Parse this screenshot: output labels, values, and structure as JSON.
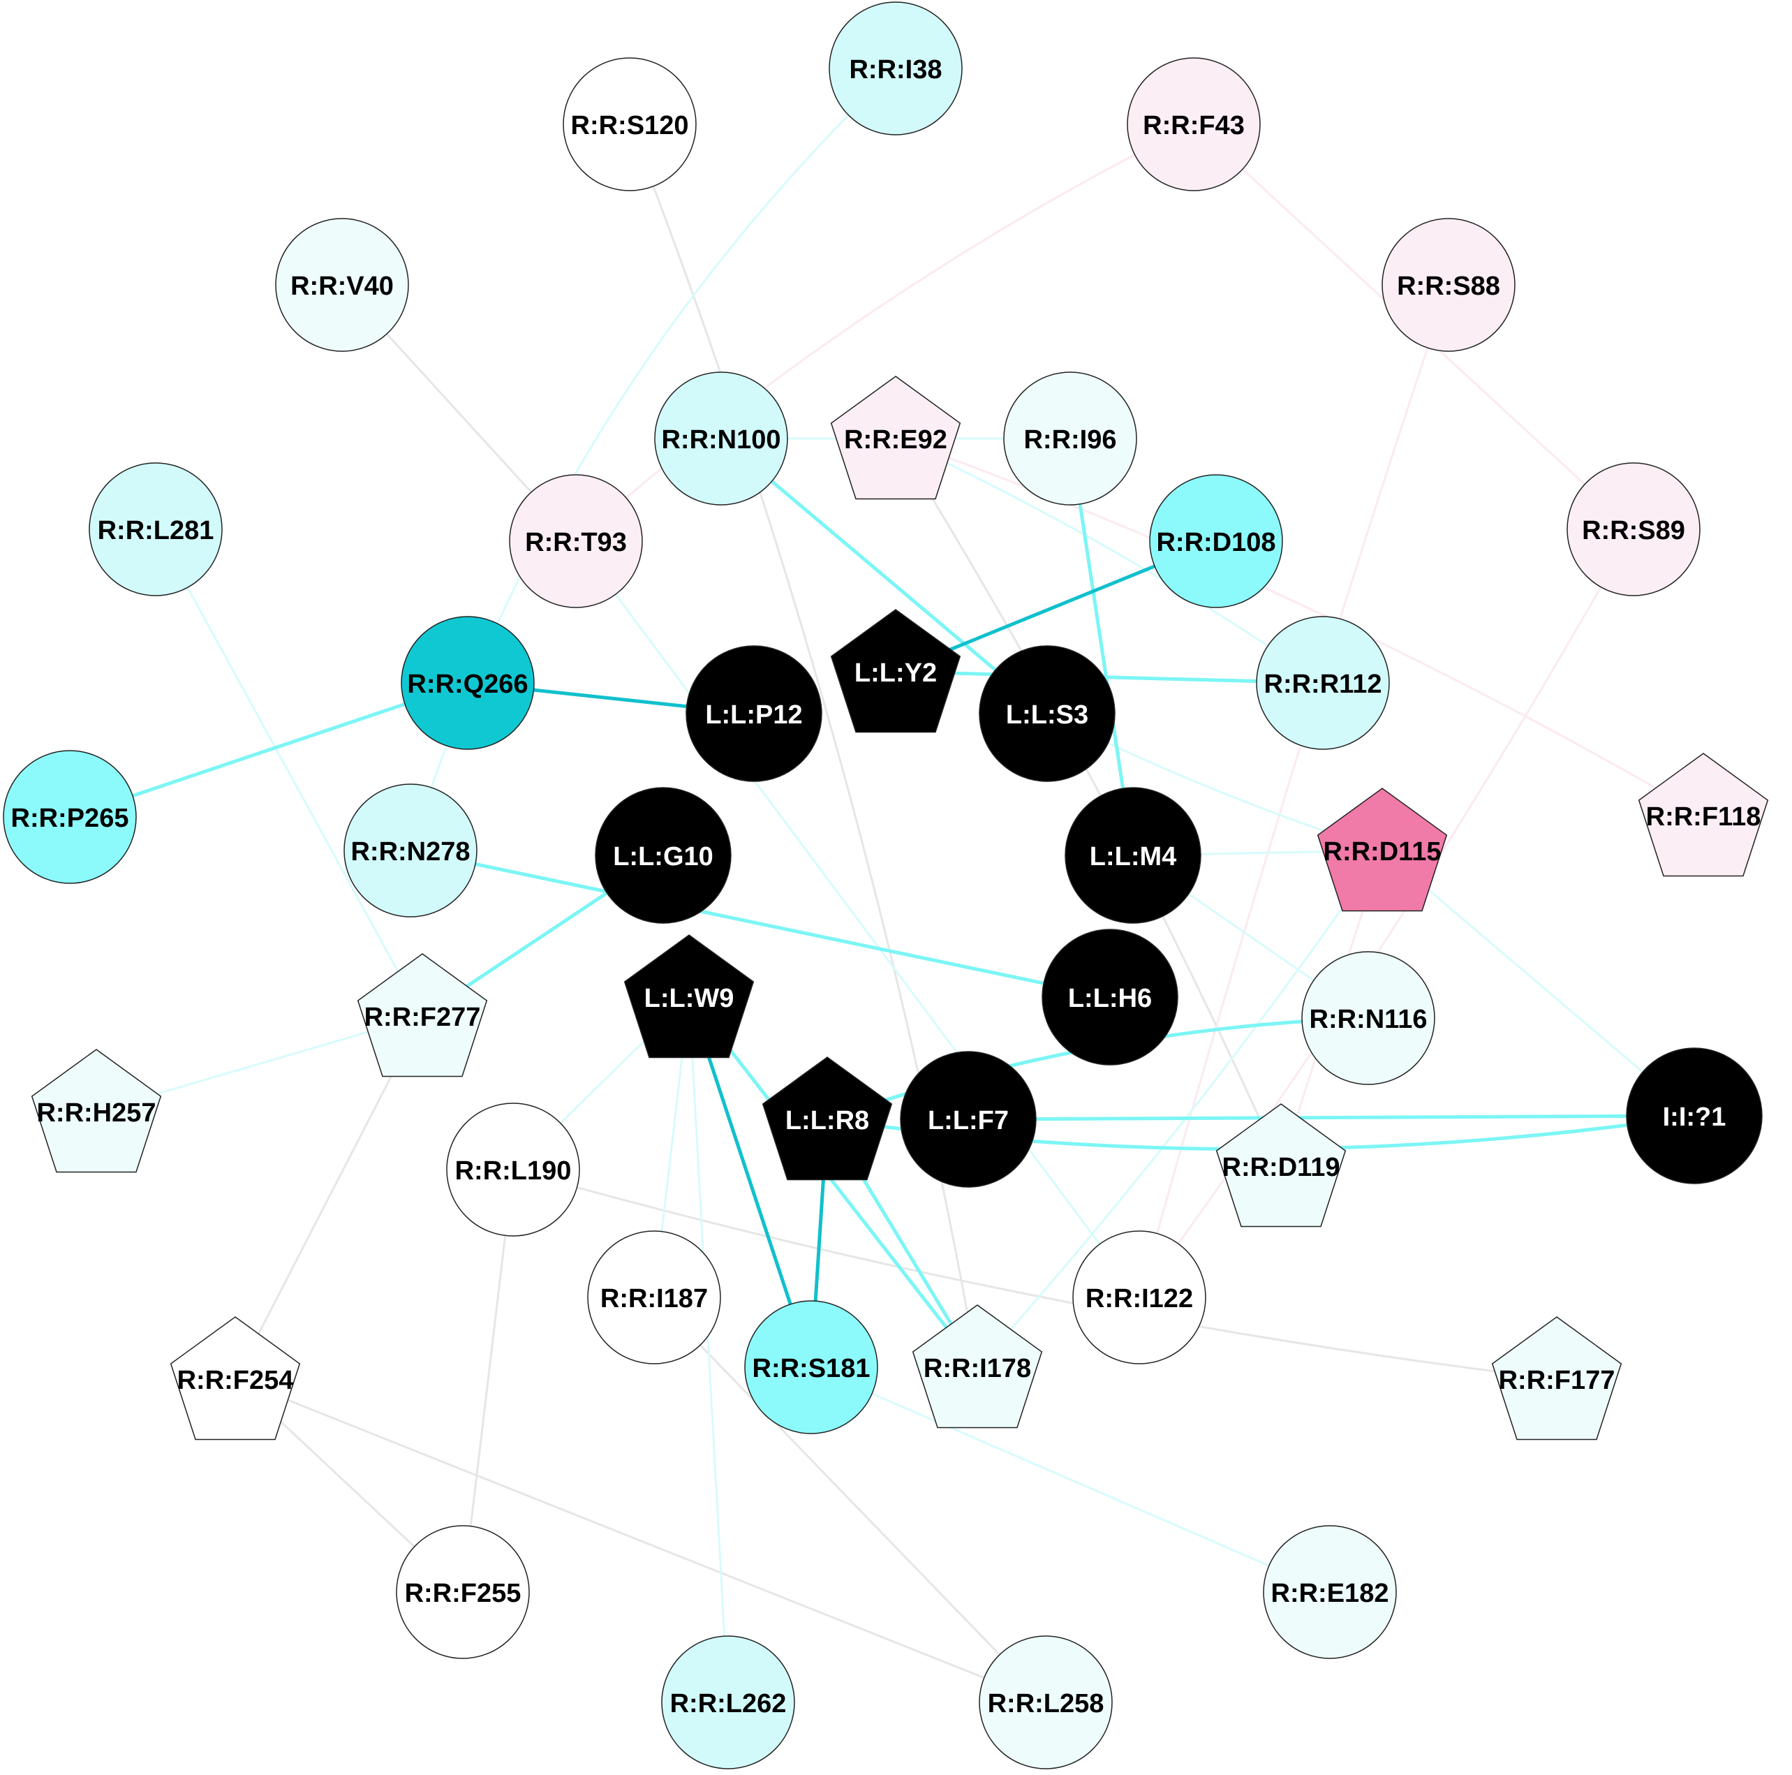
{
  "colors": {
    "black": "#000000",
    "white": "#ffffff",
    "light_cyan": "#eefcfc",
    "cyan": "#d2fafa",
    "mid_cyan": "#8cfafa",
    "teal": "#10c8d2",
    "light_pink": "#fbeef4",
    "pink": "#f07aa8",
    "edge_gray": "#e6e6e6",
    "edge_pink": "#fbeaf1",
    "edge_light_cyan": "#d8fbfb",
    "edge_cyan": "#7cf5f5",
    "edge_teal": "#10c0cc"
  },
  "nodes": [
    {
      "id": "L:L:Y2",
      "shape": "pentagon",
      "fill": "black",
      "text": "white"
    },
    {
      "id": "L:L:S3",
      "shape": "circle",
      "fill": "black",
      "text": "white"
    },
    {
      "id": "L:L:M4",
      "shape": "circle",
      "fill": "black",
      "text": "white"
    },
    {
      "id": "L:L:H6",
      "shape": "circle",
      "fill": "black",
      "text": "white"
    },
    {
      "id": "L:L:F7",
      "shape": "circle",
      "fill": "black",
      "text": "white"
    },
    {
      "id": "L:L:R8",
      "shape": "pentagon",
      "fill": "black",
      "text": "white"
    },
    {
      "id": "L:L:W9",
      "shape": "pentagon",
      "fill": "black",
      "text": "white"
    },
    {
      "id": "L:L:G10",
      "shape": "circle",
      "fill": "black",
      "text": "white"
    },
    {
      "id": "L:L:P12",
      "shape": "circle",
      "fill": "black",
      "text": "white"
    },
    {
      "id": "I:I:?1",
      "shape": "circle",
      "fill": "black",
      "text": "white"
    },
    {
      "id": "R:R:I38",
      "shape": "circle",
      "fill": "cyan",
      "text": "black"
    },
    {
      "id": "R:R:S120",
      "shape": "circle",
      "fill": "white",
      "text": "black"
    },
    {
      "id": "R:R:F43",
      "shape": "circle",
      "fill": "light_pink",
      "text": "black"
    },
    {
      "id": "R:R:V40",
      "shape": "circle",
      "fill": "light_cyan",
      "text": "black"
    },
    {
      "id": "R:R:S88",
      "shape": "circle",
      "fill": "light_pink",
      "text": "black"
    },
    {
      "id": "R:R:N100",
      "shape": "circle",
      "fill": "cyan",
      "text": "black"
    },
    {
      "id": "R:R:E92",
      "shape": "pentagon",
      "fill": "light_pink",
      "text": "black"
    },
    {
      "id": "R:R:I96",
      "shape": "circle",
      "fill": "light_cyan",
      "text": "black"
    },
    {
      "id": "R:R:L281",
      "shape": "circle",
      "fill": "cyan",
      "text": "black"
    },
    {
      "id": "R:R:T93",
      "shape": "circle",
      "fill": "light_pink",
      "text": "black"
    },
    {
      "id": "R:R:D108",
      "shape": "circle",
      "fill": "mid_cyan",
      "text": "black"
    },
    {
      "id": "R:R:S89",
      "shape": "circle",
      "fill": "light_pink",
      "text": "black"
    },
    {
      "id": "R:R:Q266",
      "shape": "circle",
      "fill": "teal",
      "text": "black"
    },
    {
      "id": "R:R:R112",
      "shape": "circle",
      "fill": "cyan",
      "text": "black"
    },
    {
      "id": "R:R:P265",
      "shape": "circle",
      "fill": "mid_cyan",
      "text": "black"
    },
    {
      "id": "R:R:N278",
      "shape": "circle",
      "fill": "cyan",
      "text": "black"
    },
    {
      "id": "R:R:D115",
      "shape": "pentagon",
      "fill": "pink",
      "text": "black"
    },
    {
      "id": "R:R:F118",
      "shape": "pentagon",
      "fill": "light_pink",
      "text": "black"
    },
    {
      "id": "R:R:F277",
      "shape": "pentagon",
      "fill": "light_cyan",
      "text": "black"
    },
    {
      "id": "R:R:N116",
      "shape": "circle",
      "fill": "light_cyan",
      "text": "black"
    },
    {
      "id": "R:R:H257",
      "shape": "pentagon",
      "fill": "light_cyan",
      "text": "black"
    },
    {
      "id": "R:R:L190",
      "shape": "circle",
      "fill": "white",
      "text": "black"
    },
    {
      "id": "R:R:D119",
      "shape": "pentagon",
      "fill": "light_cyan",
      "text": "black"
    },
    {
      "id": "R:R:I187",
      "shape": "circle",
      "fill": "white",
      "text": "black"
    },
    {
      "id": "R:R:I122",
      "shape": "circle",
      "fill": "white",
      "text": "black"
    },
    {
      "id": "R:R:S181",
      "shape": "circle",
      "fill": "mid_cyan",
      "text": "black"
    },
    {
      "id": "R:R:I178",
      "shape": "pentagon",
      "fill": "light_cyan",
      "text": "black"
    },
    {
      "id": "R:R:F254",
      "shape": "pentagon",
      "fill": "white",
      "text": "black"
    },
    {
      "id": "R:R:F177",
      "shape": "pentagon",
      "fill": "light_cyan",
      "text": "black"
    },
    {
      "id": "R:R:F255",
      "shape": "circle",
      "fill": "white",
      "text": "black"
    },
    {
      "id": "R:R:E182",
      "shape": "circle",
      "fill": "light_cyan",
      "text": "black"
    },
    {
      "id": "R:R:L262",
      "shape": "circle",
      "fill": "cyan",
      "text": "black"
    },
    {
      "id": "R:R:L258",
      "shape": "circle",
      "fill": "light_cyan",
      "text": "black"
    }
  ],
  "edges": [
    {
      "from": "R:R:S120",
      "to": "R:R:I178",
      "color": "edge_gray",
      "weight": 3
    },
    {
      "from": "R:R:V40",
      "to": "R:R:T93",
      "color": "edge_gray",
      "weight": 3
    },
    {
      "from": "R:R:E92",
      "to": "R:R:I96",
      "color": "edge_gray",
      "weight": 3
    },
    {
      "from": "R:R:E92",
      "to": "R:R:D119",
      "color": "edge_gray",
      "weight": 3
    },
    {
      "from": "R:R:L190",
      "to": "R:R:F177",
      "color": "edge_gray",
      "weight": 3
    },
    {
      "from": "R:R:L190",
      "to": "R:R:F255",
      "color": "edge_gray",
      "weight": 3
    },
    {
      "from": "R:R:F277",
      "to": "R:R:F254",
      "color": "edge_gray",
      "weight": 3
    },
    {
      "from": "R:R:F254",
      "to": "R:R:F255",
      "color": "edge_gray",
      "weight": 3
    },
    {
      "from": "R:R:F254",
      "to": "R:R:L258",
      "color": "edge_gray",
      "weight": 3
    },
    {
      "from": "R:R:I187",
      "to": "R:R:L258",
      "color": "edge_gray",
      "weight": 3
    },
    {
      "from": "R:R:F43",
      "to": "R:R:T93",
      "color": "edge_pink",
      "weight": 3
    },
    {
      "from": "R:R:F43",
      "to": "R:R:S89",
      "color": "edge_pink",
      "weight": 3
    },
    {
      "from": "R:R:S88",
      "to": "R:R:I122",
      "color": "edge_pink",
      "weight": 3
    },
    {
      "from": "R:R:S89",
      "to": "R:R:I122",
      "color": "edge_pink",
      "weight": 3
    },
    {
      "from": "R:R:E92",
      "to": "R:R:F118",
      "color": "edge_pink",
      "weight": 3
    },
    {
      "from": "R:R:D115",
      "to": "R:R:D119",
      "color": "edge_pink",
      "weight": 3
    },
    {
      "from": "R:R:I38",
      "to": "R:R:N278",
      "color": "edge_light_cyan",
      "weight": 3
    },
    {
      "from": "R:R:N100",
      "to": "R:R:I96",
      "color": "edge_light_cyan",
      "weight": 3
    },
    {
      "from": "R:R:T93",
      "to": "R:R:I122",
      "color": "edge_light_cyan",
      "weight": 3
    },
    {
      "from": "R:R:L281",
      "to": "R:R:F277",
      "color": "edge_light_cyan",
      "weight": 3
    },
    {
      "from": "R:R:H257",
      "to": "R:R:F277",
      "color": "edge_light_cyan",
      "weight": 3
    },
    {
      "from": "L:L:W9",
      "to": "R:R:L190",
      "color": "edge_light_cyan",
      "weight": 3
    },
    {
      "from": "L:L:W9",
      "to": "R:R:I187",
      "color": "edge_light_cyan",
      "weight": 3
    },
    {
      "from": "L:L:W9",
      "to": "R:R:L262",
      "color": "edge_light_cyan",
      "weight": 3
    },
    {
      "from": "R:R:S181",
      "to": "R:R:E182",
      "color": "edge_light_cyan",
      "weight": 3
    },
    {
      "from": "R:R:I178",
      "to": "R:R:D115",
      "color": "edge_light_cyan",
      "weight": 3
    },
    {
      "from": "R:R:E92",
      "to": "R:R:R112",
      "color": "edge_light_cyan",
      "weight": 3
    },
    {
      "from": "L:L:S3",
      "to": "R:R:D115",
      "color": "edge_light_cyan",
      "weight": 3
    },
    {
      "from": "L:L:M4",
      "to": "R:R:D115",
      "color": "edge_light_cyan",
      "weight": 3
    },
    {
      "from": "L:L:M4",
      "to": "R:R:N116",
      "color": "edge_light_cyan",
      "weight": 3
    },
    {
      "from": "R:R:D115",
      "to": "I:I:?1",
      "color": "edge_light_cyan",
      "weight": 3
    },
    {
      "from": "R:R:N100",
      "to": "L:L:S3",
      "color": "edge_cyan",
      "weight": 5
    },
    {
      "from": "R:R:I96",
      "to": "L:L:M4",
      "color": "edge_cyan",
      "weight": 5
    },
    {
      "from": "L:L:Y2",
      "to": "R:R:R112",
      "color": "edge_cyan",
      "weight": 5
    },
    {
      "from": "R:R:P265",
      "to": "R:R:Q266",
      "color": "edge_cyan",
      "weight": 5
    },
    {
      "from": "R:R:N278",
      "to": "L:L:H6",
      "color": "edge_cyan",
      "weight": 5
    },
    {
      "from": "L:L:G10",
      "to": "R:R:F277",
      "color": "edge_cyan",
      "weight": 5
    },
    {
      "from": "L:L:F7",
      "to": "I:I:?1",
      "color": "edge_cyan",
      "weight": 5
    },
    {
      "from": "L:L:R8",
      "to": "R:R:N116",
      "color": "edge_cyan",
      "weight": 5
    },
    {
      "from": "L:L:R8",
      "to": "I:I:?1",
      "color": "edge_cyan",
      "weight": 5
    },
    {
      "from": "L:L:R8",
      "to": "R:R:I178",
      "color": "edge_cyan",
      "weight": 5
    },
    {
      "from": "L:L:W9",
      "to": "R:R:I178",
      "color": "edge_cyan",
      "weight": 5
    },
    {
      "from": "L:L:Y2",
      "to": "R:R:D108",
      "color": "edge_teal",
      "weight": 5
    },
    {
      "from": "R:R:Q266",
      "to": "L:L:P12",
      "color": "edge_teal",
      "weight": 5
    },
    {
      "from": "L:L:W9",
      "to": "R:R:S181",
      "color": "edge_teal",
      "weight": 5
    },
    {
      "from": "L:L:R8",
      "to": "R:R:S181",
      "color": "edge_teal",
      "weight": 5
    }
  ]
}
